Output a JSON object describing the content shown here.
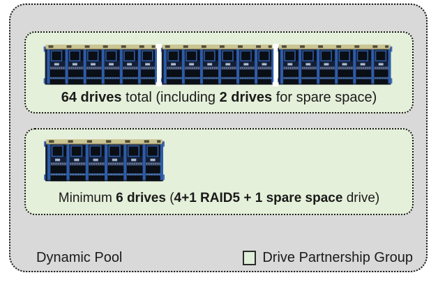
{
  "colors": {
    "page_bg": "#ffffff",
    "pool_bg": "#d9d9d9",
    "pool_border": "#161616",
    "group_bg": "#e5f0da",
    "text": "#1a1a1a",
    "legend_swatch_fill": "#e0efda",
    "drive_tan": "#cbc493",
    "drive_navy": "#141f36",
    "drive_blue": "#2e5ca8",
    "drive_black": "#0a0e15",
    "separator_white": "#ffffff"
  },
  "pool": {
    "label": "Dynamic Pool",
    "legend_label": "Drive Partnership Group",
    "groups": [
      {
        "name": "full-drive-partnership-group",
        "enclosure_count": 3,
        "caption": [
          {
            "text": "64 drives",
            "bold": true
          },
          {
            "text": " total (including ",
            "bold": false
          },
          {
            "text": "2 drives",
            "bold": true
          },
          {
            "text": " for spare space)",
            "bold": false
          }
        ]
      },
      {
        "name": "minimum-drive-partnership-group",
        "enclosure_count": 1,
        "caption": [
          {
            "text": "Minimum ",
            "bold": false
          },
          {
            "text": "6 drives",
            "bold": true
          },
          {
            "text": " (",
            "bold": false
          },
          {
            "text": "4+1 RAID5 + 1 spare space",
            "bold": true
          },
          {
            "text": " drive)",
            "bold": false
          }
        ]
      }
    ]
  }
}
